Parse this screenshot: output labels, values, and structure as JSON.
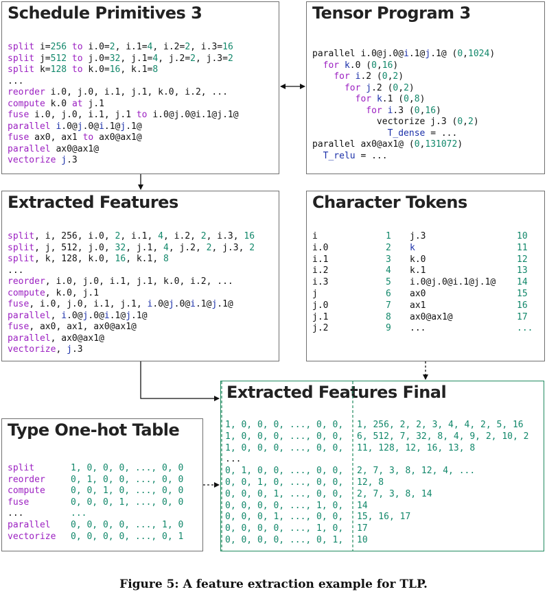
{
  "schedule_primitives": {
    "title": "Schedule Primitives 3",
    "lines": [
      [
        [
          "kw",
          "split "
        ],
        [
          "blk",
          "i="
        ],
        [
          "num",
          "256"
        ],
        [
          "kw",
          " to "
        ],
        [
          "blk",
          "i.0="
        ],
        [
          "num",
          "2"
        ],
        [
          "blk",
          ", i.1="
        ],
        [
          "num",
          "4"
        ],
        [
          "blk",
          ", i.2="
        ],
        [
          "num",
          "2"
        ],
        [
          "blk",
          ", i.3="
        ],
        [
          "num",
          "16"
        ]
      ],
      [
        [
          "kw",
          "split "
        ],
        [
          "blk",
          "j="
        ],
        [
          "num",
          "512"
        ],
        [
          "kw",
          " to "
        ],
        [
          "blk",
          "j.0="
        ],
        [
          "num",
          "32"
        ],
        [
          "blk",
          ", j.1="
        ],
        [
          "num",
          "4"
        ],
        [
          "blk",
          ", j.2="
        ],
        [
          "num",
          "2"
        ],
        [
          "blk",
          ", j.3="
        ],
        [
          "num",
          "2"
        ]
      ],
      [
        [
          "kw",
          "split "
        ],
        [
          "blk",
          "k="
        ],
        [
          "num",
          "128"
        ],
        [
          "kw",
          " to "
        ],
        [
          "blk",
          "k.0="
        ],
        [
          "num",
          "16"
        ],
        [
          "blk",
          ", k.1="
        ],
        [
          "num",
          "8"
        ]
      ],
      [
        [
          "blk",
          "..."
        ]
      ],
      [
        [
          "kw",
          "reorder "
        ],
        [
          "blk",
          "i.0, j.0, i.1, j.1, k.0, i.2, ..."
        ]
      ],
      [
        [
          "kw",
          "compute "
        ],
        [
          "blk",
          "k.0 "
        ],
        [
          "kw",
          "at "
        ],
        [
          "blk",
          "j.1"
        ]
      ],
      [
        [
          "kw",
          "fuse "
        ],
        [
          "blk",
          "i.0, j.0, i.1, j.1 "
        ],
        [
          "kw",
          "to "
        ],
        [
          "blk",
          "i.0@j.0@i.1@j.1@"
        ]
      ],
      [
        [
          "kw",
          "parallel "
        ],
        [
          "var",
          "i"
        ],
        [
          "blk",
          ".0@"
        ],
        [
          "var",
          "j"
        ],
        [
          "blk",
          ".0@"
        ],
        [
          "var",
          "i"
        ],
        [
          "blk",
          ".1@"
        ],
        [
          "var",
          "j"
        ],
        [
          "blk",
          ".1@"
        ]
      ],
      [
        [
          "kw",
          "fuse "
        ],
        [
          "blk",
          "ax0, ax1 "
        ],
        [
          "kw",
          "to "
        ],
        [
          "blk",
          "ax0@ax1@"
        ]
      ],
      [
        [
          "kw",
          "parallel "
        ],
        [
          "blk",
          "ax0@ax1@"
        ]
      ],
      [
        [
          "kw",
          "vectorize "
        ],
        [
          "var",
          "j"
        ],
        [
          "blk",
          ".3"
        ]
      ]
    ]
  },
  "tensor_program": {
    "title": "Tensor Program 3",
    "lines": [
      [
        [
          "blk",
          "parallel i.0@j.0@"
        ],
        [
          "var",
          "i"
        ],
        [
          "blk",
          ".1@"
        ],
        [
          "var",
          "j"
        ],
        [
          "blk",
          ".1@ ("
        ],
        [
          "num",
          "0"
        ],
        [
          "blk",
          ","
        ],
        [
          "num",
          "1024"
        ],
        [
          "blk",
          ")"
        ]
      ],
      [
        [
          "blk",
          "  "
        ],
        [
          "kw",
          "for "
        ],
        [
          "var",
          "k"
        ],
        [
          "blk",
          ".0 ("
        ],
        [
          "num",
          "0"
        ],
        [
          "blk",
          ","
        ],
        [
          "num",
          "16"
        ],
        [
          "blk",
          ")"
        ]
      ],
      [
        [
          "blk",
          "    "
        ],
        [
          "kw",
          "for "
        ],
        [
          "var",
          "i"
        ],
        [
          "blk",
          ".2 ("
        ],
        [
          "num",
          "0"
        ],
        [
          "blk",
          ","
        ],
        [
          "num",
          "2"
        ],
        [
          "blk",
          ")"
        ]
      ],
      [
        [
          "blk",
          "      "
        ],
        [
          "kw",
          "for "
        ],
        [
          "var",
          "j"
        ],
        [
          "blk",
          ".2 ("
        ],
        [
          "num",
          "0"
        ],
        [
          "blk",
          ","
        ],
        [
          "num",
          "2"
        ],
        [
          "blk",
          ")"
        ]
      ],
      [
        [
          "blk",
          "        "
        ],
        [
          "kw",
          "for "
        ],
        [
          "var",
          "k"
        ],
        [
          "blk",
          ".1 ("
        ],
        [
          "num",
          "0"
        ],
        [
          "blk",
          ","
        ],
        [
          "num",
          "8"
        ],
        [
          "blk",
          ")"
        ]
      ],
      [
        [
          "blk",
          "          "
        ],
        [
          "kw",
          "for "
        ],
        [
          "var",
          "i"
        ],
        [
          "blk",
          ".3 ("
        ],
        [
          "num",
          "0"
        ],
        [
          "blk",
          ","
        ],
        [
          "num",
          "16"
        ],
        [
          "blk",
          ")"
        ]
      ],
      [
        [
          "blk",
          "            vectorize j.3 ("
        ],
        [
          "num",
          "0"
        ],
        [
          "blk",
          ","
        ],
        [
          "num",
          "2"
        ],
        [
          "blk",
          ")"
        ]
      ],
      [
        [
          "blk",
          "              "
        ],
        [
          "var",
          "T_dense"
        ],
        [
          "blk",
          " = ..."
        ]
      ],
      [
        [
          "blk",
          "parallel ax0@ax1@ ("
        ],
        [
          "num",
          "0"
        ],
        [
          "blk",
          ","
        ],
        [
          "num",
          "131072"
        ],
        [
          "blk",
          ")"
        ]
      ],
      [
        [
          "blk",
          "  "
        ],
        [
          "var",
          "T_relu"
        ],
        [
          "blk",
          " = ..."
        ]
      ]
    ]
  },
  "extracted_features": {
    "title": "Extracted Features",
    "lines": [
      [
        [
          "kw",
          "split"
        ],
        [
          "blk",
          ", i, 256, i.0, "
        ],
        [
          "num",
          "2"
        ],
        [
          "blk",
          ", i.1, "
        ],
        [
          "num",
          "4"
        ],
        [
          "blk",
          ", i.2, "
        ],
        [
          "num",
          "2"
        ],
        [
          "blk",
          ", i.3, "
        ],
        [
          "num",
          "16"
        ]
      ],
      [
        [
          "kw",
          "split"
        ],
        [
          "blk",
          ", j, 512, j.0, "
        ],
        [
          "num",
          "32"
        ],
        [
          "blk",
          ", j.1, "
        ],
        [
          "num",
          "4"
        ],
        [
          "blk",
          ", j.2, "
        ],
        [
          "num",
          "2"
        ],
        [
          "blk",
          ", j.3, "
        ],
        [
          "num",
          "2"
        ]
      ],
      [
        [
          "kw",
          "split"
        ],
        [
          "blk",
          ", k, 128, k.0, "
        ],
        [
          "num",
          "16"
        ],
        [
          "blk",
          ", k.1, "
        ],
        [
          "num",
          "8"
        ]
      ],
      [
        [
          "blk",
          "..."
        ]
      ],
      [
        [
          "kw",
          "reorder"
        ],
        [
          "blk",
          ", i.0, j.0, i.1, j.1, k.0, i.2, ..."
        ]
      ],
      [
        [
          "kw",
          "compute"
        ],
        [
          "blk",
          ", k.0, j.1"
        ]
      ],
      [
        [
          "kw",
          "fuse"
        ],
        [
          "blk",
          ", i.0, j.0, i.1, j.1, "
        ],
        [
          "var",
          "i"
        ],
        [
          "blk",
          ".0@"
        ],
        [
          "var",
          "j"
        ],
        [
          "blk",
          ".0@"
        ],
        [
          "var",
          "i"
        ],
        [
          "blk",
          ".1@"
        ],
        [
          "var",
          "j"
        ],
        [
          "blk",
          ".1@"
        ]
      ],
      [
        [
          "kw",
          "parallel"
        ],
        [
          "blk",
          ", "
        ],
        [
          "var",
          "i"
        ],
        [
          "blk",
          ".0@"
        ],
        [
          "var",
          "j"
        ],
        [
          "blk",
          ".0@"
        ],
        [
          "var",
          "i"
        ],
        [
          "blk",
          ".1@"
        ],
        [
          "var",
          "j"
        ],
        [
          "blk",
          ".1@"
        ]
      ],
      [
        [
          "kw",
          "fuse"
        ],
        [
          "blk",
          ", ax0, ax1, ax0@ax1@"
        ]
      ],
      [
        [
          "kw",
          "parallel"
        ],
        [
          "blk",
          ", ax0@ax1@"
        ]
      ],
      [
        [
          "kw",
          "vectorize"
        ],
        [
          "blk",
          ", "
        ],
        [
          "var",
          "j"
        ],
        [
          "blk",
          ".3"
        ]
      ]
    ]
  },
  "character_tokens": {
    "title": "Character Tokens",
    "left": [
      {
        "token": "i",
        "id": "1"
      },
      {
        "token": "i.0",
        "id": "2"
      },
      {
        "token": "i.1",
        "id": "3"
      },
      {
        "token": "i.2",
        "id": "4"
      },
      {
        "token": "i.3",
        "id": "5"
      },
      {
        "token": "j",
        "id": "6"
      },
      {
        "token": "j.0",
        "id": "7"
      },
      {
        "token": "j.1",
        "id": "8"
      },
      {
        "token": "j.2",
        "id": "9"
      }
    ],
    "right": [
      {
        "token": "j.3",
        "id": "10"
      },
      {
        "token": "k",
        "id": "11"
      },
      {
        "token": "k.0",
        "id": "12"
      },
      {
        "token": "k.1",
        "id": "13"
      },
      {
        "token": "i.0@j.0@i.1@j.1@",
        "id": "14"
      },
      {
        "token": "ax0",
        "id": "15"
      },
      {
        "token": "ax1",
        "id": "16"
      },
      {
        "token": "ax0@ax1@",
        "id": "17"
      },
      {
        "token": "...",
        "id": "..."
      }
    ]
  },
  "type_one_hot": {
    "title": "Type One-hot Table",
    "rows": [
      {
        "name": "split",
        "vec": "1, 0, 0, 0, ..., 0, 0"
      },
      {
        "name": "reorder",
        "vec": "0, 1, 0, 0, ..., 0, 0"
      },
      {
        "name": "compute",
        "vec": "0, 0, 1, 0, ..., 0, 0"
      },
      {
        "name": "fuse",
        "vec": "0, 0, 0, 1, ..., 0, 0"
      },
      {
        "name": "...",
        "vec": "..."
      },
      {
        "name": "parallel",
        "vec": "0, 0, 0, 0, ..., 1, 0"
      },
      {
        "name": "vectorize",
        "vec": "0, 0, 0, 0, ..., 0, 1"
      }
    ]
  },
  "extracted_final": {
    "title": "Extracted Features Final",
    "rows": [
      {
        "onehot": "1, 0, 0, 0, ..., 0, 0,",
        "feat": "1, 256, 2, 2, 3, 4, 4, 2, 5, 16"
      },
      {
        "onehot": "1, 0, 0, 0, ..., 0, 0,",
        "feat": "6, 512, 7, 32, 8, 4, 9, 2, 10, 2"
      },
      {
        "onehot": "1, 0, 0, 0, ..., 0, 0,",
        "feat": "11, 128, 12, 16, 13, 8"
      },
      {
        "onehot": "...",
        "feat": ""
      },
      {
        "onehot": "0, 1, 0, 0, ..., 0, 0,",
        "feat": "2, 7, 3, 8, 12, 4, ..."
      },
      {
        "onehot": "0, 0, 1, 0, ..., 0, 0,",
        "feat": "12, 8"
      },
      {
        "onehot": "0, 0, 0, 1, ..., 0, 0,",
        "feat": "2, 7, 3, 8, 14"
      },
      {
        "onehot": "0, 0, 0, 0, ..., 1, 0,",
        "feat": "14"
      },
      {
        "onehot": "0, 0, 0, 1, ..., 0, 0,",
        "feat": "15, 16, 17"
      },
      {
        "onehot": "0, 0, 0, 0, ..., 1, 0,",
        "feat": "17"
      },
      {
        "onehot": "0, 0, 0, 0, ..., 0, 1,",
        "feat": "10"
      }
    ]
  },
  "caption": "Figure 5: A feature extraction example for TLP.",
  "colors": {
    "keyword": "#9b1fc1",
    "number": "#11876a",
    "variable": "#1a2fa8",
    "text": "#111111",
    "border": "#6f6f6f",
    "final_border": "#1f8a5f"
  }
}
